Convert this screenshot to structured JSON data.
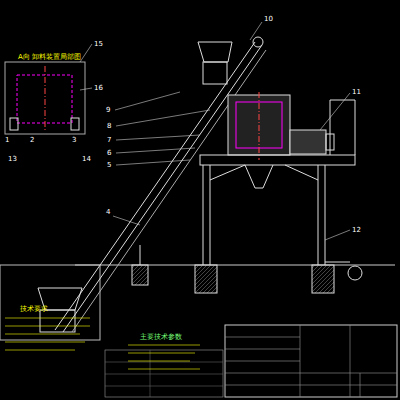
{
  "diagram": {
    "labels": [
      "A向 卸料装置局部图",
      "15",
      "16",
      "1",
      "2",
      "3",
      "4",
      "5",
      "6",
      "7",
      "8",
      "9",
      "10",
      "11",
      "12",
      "13",
      "14",
      "技术要求",
      "主要技术参数"
    ]
  }
}
